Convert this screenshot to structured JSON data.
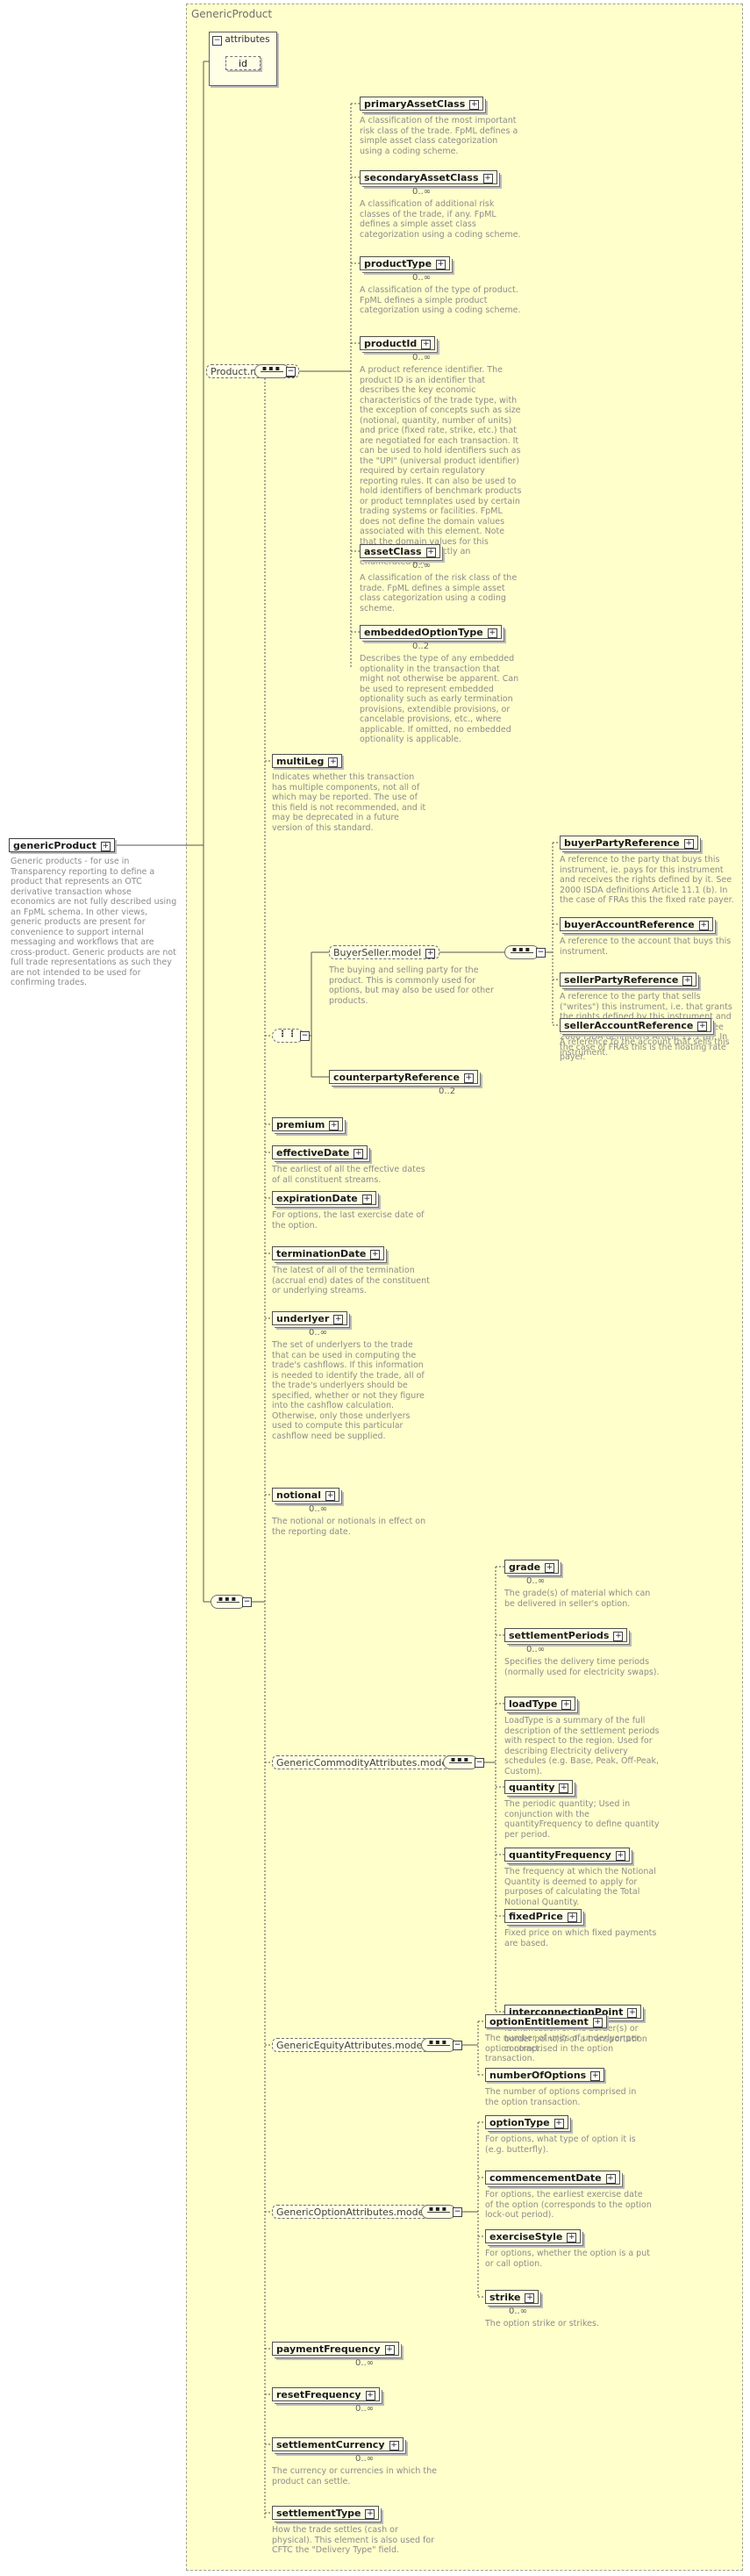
{
  "title": "GenericProduct",
  "attributes_label": "attributes",
  "id_label": "id",
  "root": {
    "label": "genericProduct",
    "doc": "Generic products - for use in Transparency reporting to define a product that represents an OTC derivative transaction whose economics are not fully described using an FpML schema. In other views, generic products are present for convenience to support internal messaging and workflows that are cross-product. Generic products are not full trade representations as such they are not intended to be used for confirming trades."
  },
  "product_model": {
    "label": "Product.model",
    "items": [
      {
        "label": "primaryAssetClass",
        "occ": "",
        "doc": "A classification of the most important risk class of the trade. FpML defines a simple asset class categorization using a coding scheme."
      },
      {
        "label": "secondaryAssetClass",
        "occ": "0..∞",
        "doc": "A classification of additional risk classes of the trade, if any. FpML defines a simple asset class categorization using a coding scheme."
      },
      {
        "label": "productType",
        "occ": "0..∞",
        "doc": "A classification of the type of product. FpML defines a simple product categorization using a coding scheme."
      },
      {
        "label": "productId",
        "occ": "0..∞",
        "doc": "A product reference identifier. The product ID is an identifier that describes the key economic characteristics of the trade type, with the exception of concepts such as size (notional, quantity, number of units) and price (fixed rate, strike, etc.) that are negotiated for each transaction. It can be used to hold identifiers such as the \"UPI\" (universal product identifier) required by certain regulatory reporting rules. It can also be used to hold identifiers of benchmark products or product temnplates used by certain trading systems or facilities. FpML does not define the domain values associated with this element. Note that the domain values for this element are not strictly an enumerated list."
      },
      {
        "label": "assetClass",
        "occ": "0..∞",
        "doc": "A classification of the risk class of the trade. FpML defines a simple asset class categorization using a coding scheme."
      },
      {
        "label": "embeddedOptionType",
        "occ": "0..2",
        "doc": "Describes the type of any embedded optionality in the transaction that might not otherwise be apparent. Can be used to represent embedded optionality such as early termination provisions, extendible provisions, or cancelable provisions, etc., where applicable. If omitted, no embedded optionality is applicable."
      }
    ]
  },
  "multileg": {
    "label": "multiLeg",
    "doc": "Indicates whether this transaction has multiple components, not all of which may be reported. The use of this field is not recommended, and it may be deprecated in a future version of this standard."
  },
  "buyerseller": {
    "label": "BuyerSeller.model",
    "doc": "The buying and selling party for the product. This is commonly used for options, but may also be used for other products.",
    "items": [
      {
        "label": "buyerPartyReference",
        "doc": "A reference to the party that buys this instrument, ie. pays for this instrument and receives the rights defined by it. See 2000 ISDA definitions Article 11.1 (b). In the case of FRAs this the fixed rate payer."
      },
      {
        "label": "buyerAccountReference",
        "doc": "A reference to the account that buys this instrument."
      },
      {
        "label": "sellerPartyReference",
        "doc": "A reference to the party that sells (\"writes\") this instrument, i.e. that grants the rights defined by this instrument and in return receives a payment for it. See 2000 ISDA definitions Article 11.1 (a). In the case of FRAs this is the floating rate payer."
      },
      {
        "label": "sellerAccountReference",
        "doc": "A reference to the account that sells this instrument."
      }
    ]
  },
  "counterparty": {
    "label": "counterpartyReference",
    "occ": "0..2"
  },
  "seq_items": [
    {
      "label": "premium",
      "occ": "",
      "doc": ""
    },
    {
      "label": "effectiveDate",
      "occ": "",
      "doc": "The earliest of all the effective dates of all constituent streams."
    },
    {
      "label": "expirationDate",
      "occ": "",
      "doc": "For options, the last exercise date of the option."
    },
    {
      "label": "terminationDate",
      "occ": "",
      "doc": "The latest of all of the termination (accrual end) dates of the constituent or underlying streams."
    },
    {
      "label": "underlyer",
      "occ": "0..∞",
      "doc": "The set of underlyers to the trade that can be used in computing the trade's cashflows. If this information is needed to identify the trade, all of the trade's underlyers should be specified, whether or not they figure into the cashflow calculation. Otherwise, only those underlyers used to compute this particular cashflow need be supplied."
    },
    {
      "label": "notional",
      "occ": "0..∞",
      "doc": "The notional or notionals in effect on the reporting date."
    }
  ],
  "commodity": {
    "label": "GenericCommodityAttributes.model",
    "items": [
      {
        "label": "grade",
        "occ": "0..∞",
        "doc": "The grade(s) of material which can be delivered in seller's option."
      },
      {
        "label": "settlementPeriods",
        "occ": "0..∞",
        "doc": "Specifies the delivery time periods (normally used for electricity swaps)."
      },
      {
        "label": "loadType",
        "occ": "",
        "doc": "LoadType is a summary of the full description of the settlement periods with respect to the region. Used for describing Electricity delivery schedules (e.g. Base, Peak, Off-Peak, Custom)."
      },
      {
        "label": "quantity",
        "occ": "",
        "doc": "The periodic quantity; Used in conjunction with the quantityFrequency to define quantity per period."
      },
      {
        "label": "quantityFrequency",
        "occ": "",
        "doc": "The frequency at which the Notional Quantity is deemed to apply for purposes of calculating the Total Notional Quantity."
      },
      {
        "label": "fixedPrice",
        "occ": "",
        "doc": "Fixed price on which fixed payments are based."
      },
      {
        "label": "interconnectionPoint",
        "occ": "",
        "doc": "Identification of the border(s) or border point(s) of a transportation contract."
      }
    ]
  },
  "equity": {
    "label": "GenericEquityAttributes.model",
    "items": [
      {
        "label": "optionEntitlement",
        "doc": "The number of units of underlyer per option comprised in the option transaction."
      },
      {
        "label": "numberOfOptions",
        "doc": "The number of options comprised in the option transaction."
      }
    ]
  },
  "option": {
    "label": "GenericOptionAttributes.model",
    "items": [
      {
        "label": "optionType",
        "occ": "",
        "doc": "For options, what type of option it is (e.g. butterfly)."
      },
      {
        "label": "commencementDate",
        "occ": "",
        "doc": "For options, the earliest exercise date of the option (corresponds to the option lock-out period)."
      },
      {
        "label": "exerciseStyle",
        "occ": "",
        "doc": "For options, whether the option is a put or call option."
      },
      {
        "label": "strike",
        "occ": "0..∞",
        "doc": "The option strike or strikes."
      }
    ]
  },
  "tail_items": [
    {
      "label": "paymentFrequency",
      "occ": "0..∞",
      "doc": ""
    },
    {
      "label": "resetFrequency",
      "occ": "0..∞",
      "doc": ""
    },
    {
      "label": "settlementCurrency",
      "occ": "0..∞",
      "doc": "The currency or currencies in which the product can settle."
    },
    {
      "label": "settlementType",
      "occ": "",
      "doc": "How the trade settles (cash or physical). This element is also used for CFTC the \"Delivery Type\" field."
    }
  ]
}
